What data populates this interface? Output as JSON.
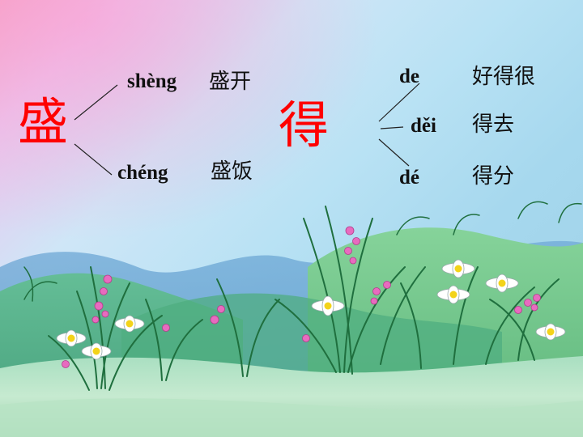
{
  "left_group": {
    "character": "盛",
    "readings": [
      {
        "pinyin": "shèng",
        "word": "盛开"
      },
      {
        "pinyin": "chéng",
        "word": "盛饭"
      }
    ]
  },
  "right_group": {
    "character": "得",
    "readings": [
      {
        "pinyin": "de",
        "word": "好得很"
      },
      {
        "pinyin": "děi",
        "word": "得去"
      },
      {
        "pinyin": "dé",
        "word": "得分"
      }
    ]
  },
  "colors": {
    "character": "#ff0000",
    "text": "#111111"
  }
}
